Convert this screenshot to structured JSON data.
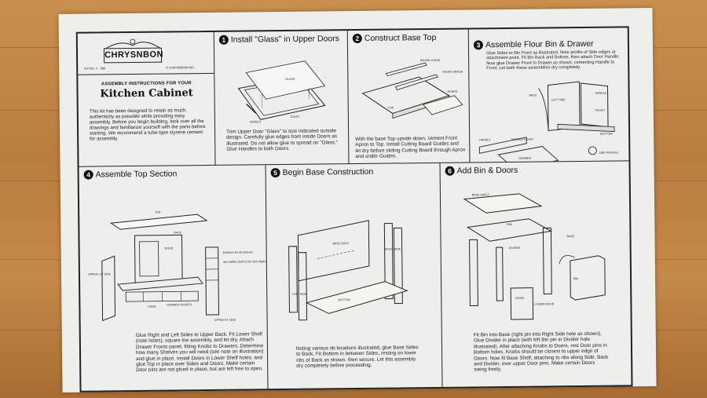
{
  "brand": {
    "logo": "CHRYSNBON",
    "kit_no": "KIT NO. F - 080",
    "copyright": "© CHRYSNBON INC."
  },
  "intro": {
    "heading": "ASSEMBLY INSTRUCTIONS FOR YOUR",
    "title": "Kitchen Cabinet",
    "text": "This kit has been designed to retain as much authenticity as possible while providing easy assembly. Before you begin building, look over all the drawings and familiarize yourself with the parts before starting. We recommend a tube-type styrene cement for assembly."
  },
  "steps": [
    {
      "number": "1",
      "title": "Install \"Glass\" in Upper Doors",
      "text": "Trim Upper Door \"Glass\" to size indicated outside design. Carefully glue edges from inside Doors as illustrated. Do not allow glue to spread on \"Glass.\" Glue Handles to both Doors.",
      "labels": [
        "GLASS",
        "DOOR",
        "HANDLE"
      ]
    },
    {
      "number": "2",
      "title": "Construct Base Top",
      "text": "With the base Top upside down, cement Front Apron to Top. Install Cutting Board Guides and let dry before sliding Cutting Board through Apron and under Guides.",
      "labels": [
        "BOARD GUIDE",
        "FRONT APRON",
        "TOP",
        "BOARD"
      ]
    },
    {
      "number": "3",
      "title": "Assemble Flour Bin & Drawer",
      "text": "Glue Sides to Bin Front as illustrated. Note profile of Side edges at attachment point. Fit Bin Back and Bottom, then attach Door Handle. Now glue Drawer Front to Drawer as shown, cementing Handle to Front. Let both these assemblies dry completely.",
      "labels": [
        "BACK",
        "LEFT SIDE",
        "HANDLE",
        "FRONT",
        "BOTTOM",
        "HANDLE",
        "DRAWER FRONT",
        "DRAWER",
        "SIDE PROFILE"
      ]
    },
    {
      "number": "4",
      "title": "Assemble Top Section",
      "text": "Glue Right and Left Sides to Upper Back. Fit Lower Shelf (note holes), square the assembly, and let dry. Attach Drawer Fronts panel, fitting Knobs to Drawers. Determine how many Shelves you will need (see note on illustration) and glue in place. Install Doors in Lower Shelf holes, and glue Top in place over Sides and Doors. Make certain Door pins are not glued in place, but are left free to open.",
      "labels": [
        "TOP",
        "BACK",
        "locations for (3) shelves",
        "use middle shelf (1) for dish display",
        "DOOR",
        "UPPER LFT SIDE",
        "KNOB",
        "DRAWER FRONTS",
        "UPPER RT SIDE"
      ]
    },
    {
      "number": "5",
      "title": "Begin Base Construction",
      "text": "Noting various rib locations illustrated, glue Base Sides to Back. Fit Bottom in between Sides, resting on lower ribs of Back as shown, then secure. Let this assembly dry completely before proceeding.",
      "labels": [
        "BASE BACK",
        "RIGHT SIDE",
        "LEFT SIDE",
        "BOTTOM"
      ]
    },
    {
      "number": "6",
      "title": "Add Bin & Doors",
      "text": "Fit Bin into Base (right pin into Right Side hole as shown). Glue Divider in place (with left Bin pin in Divider hole illustrated). After attaching Knobs to Doors, rest Door pins in Bottom holes. Knobs should be closest to upper edge of Doors. Now fit Base Shelf, attaching to ribs along Side, Back and Divider, over upper Door pins. Make certain Doors swing freely.",
      "labels": [
        "BASE SHELF",
        "BIN",
        "BASE",
        "DIVIDER",
        "BIN",
        "DOOR",
        "LOWER DOOR"
      ]
    }
  ]
}
